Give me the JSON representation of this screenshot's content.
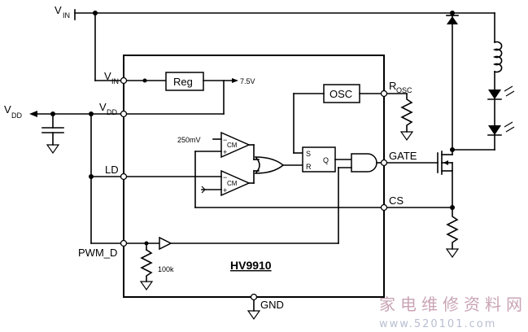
{
  "chip": {
    "name": "HV9910"
  },
  "pins": {
    "vin": "V",
    "vin_sub": "IN",
    "vdd": "V",
    "vdd_sub": "DD",
    "ld": "LD",
    "pwm_d": "PWM_D",
    "rosc": "R",
    "rosc_sub": "OSC",
    "gate": "GATE",
    "cs": "CS",
    "gnd": "GND"
  },
  "external": {
    "vin": "V",
    "vin_sub": "IN",
    "vdd": "V",
    "vdd_sub": "DD",
    "resistor_100k": "100k"
  },
  "blocks": {
    "reg": "Reg",
    "reg_out": "7.5V",
    "osc": "OSC",
    "ref_250mv": "250mV",
    "cmp_label": "CM",
    "sr_s": "S",
    "sr_r": "R",
    "sr_q": "Q"
  },
  "watermark": {
    "line1": "家电维修资料网",
    "line2": "www.520101.com"
  }
}
